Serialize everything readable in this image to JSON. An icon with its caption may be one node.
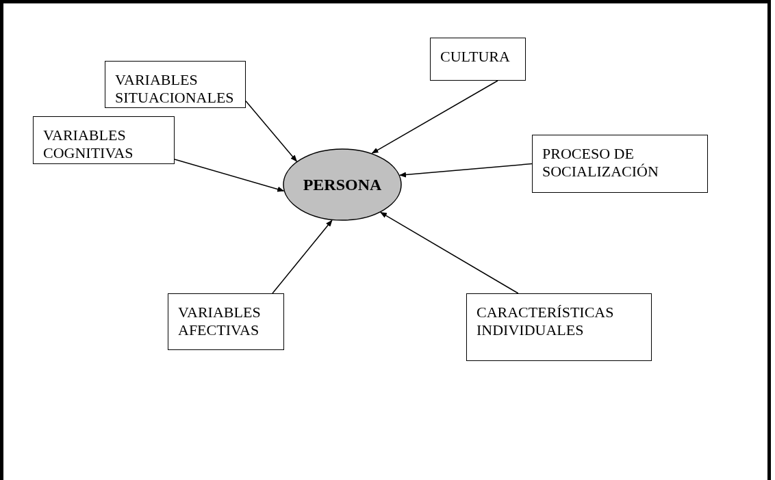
{
  "diagram": {
    "nodes": [
      {
        "text": [
          "VARIABLES SITUACIONALES"
        ]
      },
      {
        "text": [
          "CULTURA"
        ]
      },
      {
        "text": [
          "VARIABLES COGNITIVAS"
        ]
      },
      {
        "text": [
          "PERSONA"
        ]
      },
      {
        "text": [
          "PROCESO DE SOCIALIZACIÓN"
        ]
      },
      {
        "text": [
          "VARIABLES AFECTIVAS"
        ]
      },
      {
        "text": [
          "CARACTERÍSTICAS INDIVIDUALES"
        ]
      }
    ],
    "edges": [
      {
        "from": 0,
        "to": 3,
        "arrow": "to"
      },
      {
        "from": 1,
        "to": 3,
        "arrow": "to"
      },
      {
        "from": 2,
        "to": 3,
        "arrow": "to"
      },
      {
        "from": 4,
        "to": 3,
        "arrow": "to"
      },
      {
        "from": 5,
        "to": 3,
        "arrow": "to"
      },
      {
        "from": 6,
        "to": 3,
        "arrow": "to"
      }
    ]
  }
}
